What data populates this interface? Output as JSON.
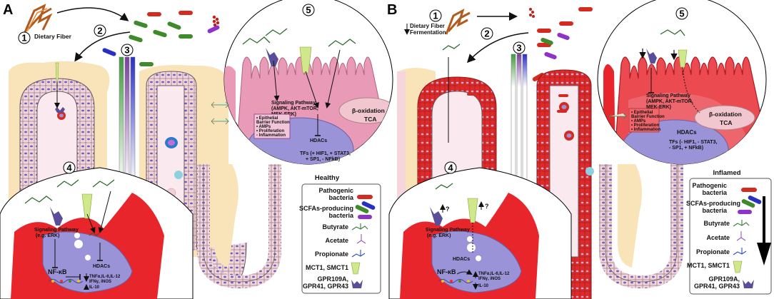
{
  "figure": {
    "panels": [
      {
        "letter": "A",
        "step_numbers": [
          "1",
          "2",
          "3",
          "4",
          "5"
        ],
        "fiber_label": "Dietary Fiber",
        "zoom5": {
          "signaling_pathway": [
            "Signaling Pathway",
            "(AMPK, AKT-mTOR,",
            "MEK-ERK)"
          ],
          "effects": [
            "• Epithelial",
            "Barrier Function",
            "• AMPs",
            "• Proliferation",
            "- Inflammation"
          ],
          "hdacs": "HDACs",
          "beta_oxidation": "β-oxidation",
          "tca": "TCA",
          "tfs": [
            "TFs (+ HIF1, + STAT3,",
            "+ SP1, - NFkB)"
          ]
        },
        "zoom4": {
          "signaling_pathway": [
            "Signaling Pathway",
            "(e.g. ERK)"
          ],
          "hdacs": "HDACs",
          "nfkb": "NF-κB",
          "cytokines": [
            "TNFα,IL-6,IL-12",
            "IFNγ, iNOS",
            "IL-10"
          ]
        },
        "legend": {
          "title": "Healthy",
          "items": [
            {
              "label": [
                "Pathogenic",
                "bacteria"
              ],
              "icon": "pathogenic-bacteria-icon"
            },
            {
              "label": [
                "SCFAs-producing",
                "bacteria"
              ],
              "icon": "scfa-bacteria-icon"
            },
            {
              "label": [
                "Butyrate"
              ],
              "icon": "butyrate-icon"
            },
            {
              "label": [
                "Acetate"
              ],
              "icon": "acetate-icon"
            },
            {
              "label": [
                "Propionate"
              ],
              "icon": "propionate-icon"
            },
            {
              "label": [
                "MCT1, SMCT1"
              ],
              "icon": "transporter-icon"
            },
            {
              "label": [
                "GPR109A,",
                "GPR41, GPR43"
              ],
              "icon": "receptor-icon"
            }
          ]
        }
      },
      {
        "letter": "B",
        "step_numbers": [
          "1",
          "2",
          "3",
          "4",
          "5"
        ],
        "fiber_label": [
          "Dietary Fiber",
          "Fermentation"
        ],
        "zoom5": {
          "signaling_pathway": [
            "Signaling Pathway",
            "(AMPK, AKT-mTOR,",
            "MEK-ERK)"
          ],
          "effects": [
            "• Epithelial",
            "Barrier Function",
            "• AMPs",
            "• Proliferation",
            "• Inflammation"
          ],
          "hdacs": "HDACs",
          "beta_oxidation": "β-oxidation",
          "tca": "TCA",
          "tfs": [
            "TFs (- HIF1, - STAT3,",
            "- SP1, + NFkB)"
          ]
        },
        "zoom4": {
          "signaling_pathway": [
            "Signaling Pathway",
            "(e.g. ERK)"
          ],
          "hdacs": "HDACs",
          "nfkb": "NF-κB",
          "question": "?",
          "cytokines": [
            "TNFα,IL-6,IL-12",
            "IFNγ, iNOS",
            "IL-10"
          ]
        },
        "legend": {
          "title": "Inflamed",
          "items": [
            {
              "label": [
                "Pathogenic",
                "bacteria"
              ],
              "icon": "pathogenic-bacteria-icon"
            },
            {
              "label": [
                "SCFAs-producing",
                "bacteria"
              ],
              "icon": "scfa-bacteria-icon"
            },
            {
              "label": [
                "Butyrate"
              ],
              "icon": "butyrate-icon"
            },
            {
              "label": [
                "Acetate"
              ],
              "icon": "acetate-icon"
            },
            {
              "label": [
                "Propionate"
              ],
              "icon": "propionate-icon"
            },
            {
              "label": [
                "MCT1, SMCT1"
              ],
              "icon": "transporter-icon"
            },
            {
              "label": [
                "GPR109A,",
                "GPR41, GPR43"
              ],
              "icon": "receptor-icon"
            }
          ]
        }
      }
    ],
    "colors": {
      "pathogenic": "#d42a1f",
      "scfa_green": "#3f8a2a",
      "scfa_purple": "#8e33c9",
      "scfa_blue": "#2a2fc4",
      "butyrate": "#3a7a3a",
      "acetate": "#9a55c0",
      "propionate": "#2e4fb0",
      "transporter": "#cfe88a",
      "receptor": "#5a4e9a",
      "epithelium": "#f5d6dd",
      "lamina": "#fbe9f0",
      "mucus": "#f8e4b8",
      "nucleus": "#9b93d8",
      "inflamed": "#e8252a",
      "zoom_healthy": "#e99ab6"
    }
  }
}
